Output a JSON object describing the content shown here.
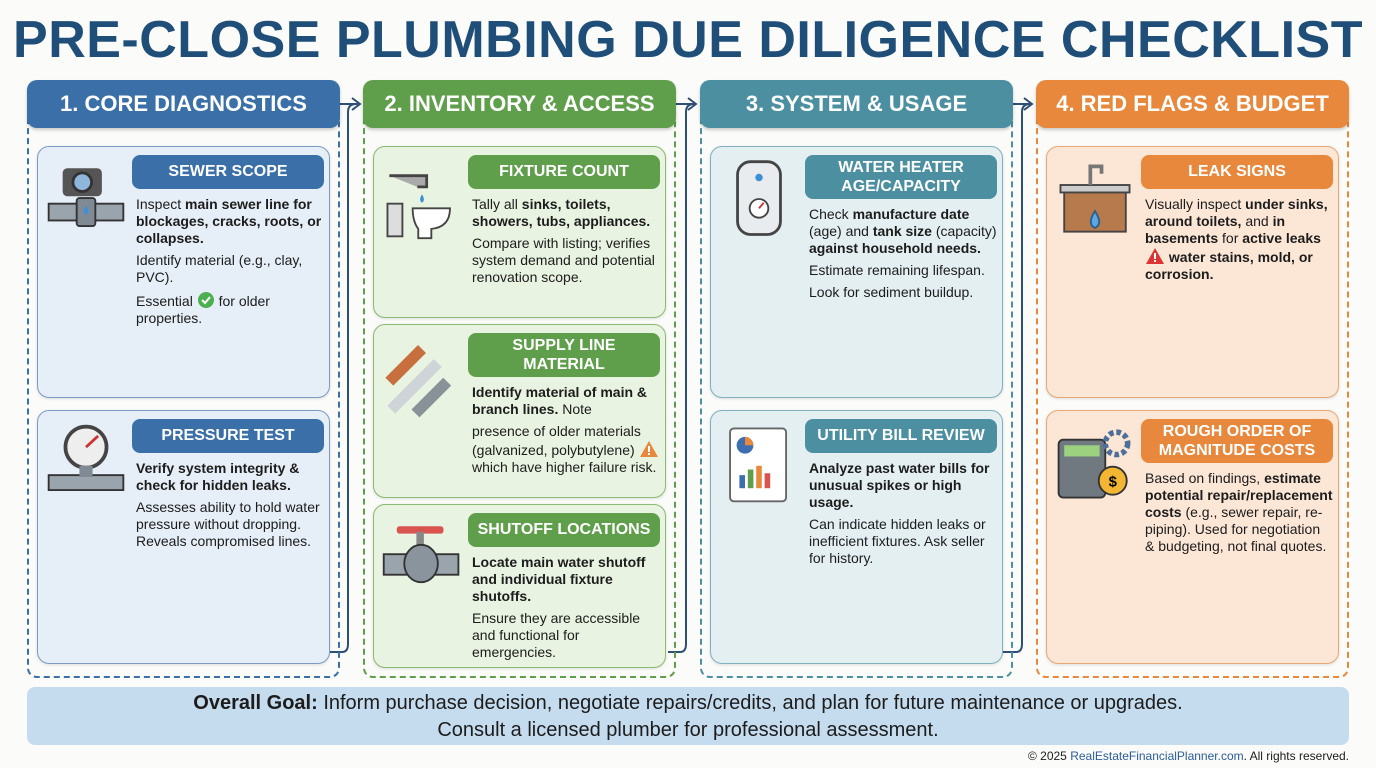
{
  "title": "PRE-CLOSE PLUMBING DUE DILIGENCE CHECKLIST",
  "colors": {
    "blue": "#3a6fa8",
    "green": "#5f9e4a",
    "teal": "#4b8fa1",
    "orange": "#e8883c"
  },
  "columns": [
    {
      "header": "1. CORE DIAGNOSTICS",
      "theme": "blue",
      "cards": [
        {
          "icon": "camera-pipe-icon",
          "title": "SEWER SCOPE",
          "paras": [
            [
              {
                "t": "Inspect "
              },
              {
                "t": "main sewer line for blockages, cracks, roots, or collapses.",
                "b": true
              }
            ],
            [
              {
                "t": "Identify material (e.g., clay, PVC)."
              }
            ],
            [
              {
                "t": "Essential "
              },
              {
                "icon": "check"
              },
              {
                "t": " for older properties."
              }
            ]
          ]
        },
        {
          "icon": "pressure-gauge-icon",
          "title": "PRESSURE TEST",
          "paras": [
            [
              {
                "t": "Verify system integrity & check for hidden leaks.",
                "b": true
              }
            ],
            [
              {
                "t": "Assesses ability to hold water pressure without dropping. Reveals compromised lines."
              }
            ]
          ]
        }
      ]
    },
    {
      "header": "2. INVENTORY & ACCESS",
      "theme": "green",
      "cards": [
        {
          "icon": "faucet-toilet-icon",
          "title": "FIXTURE COUNT",
          "paras": [
            [
              {
                "t": "Tally all "
              },
              {
                "t": "sinks, toilets, showers, tubs, appliances.",
                "b": true
              }
            ],
            [
              {
                "t": "Compare with listing; verifies system demand and potential renovation scope."
              }
            ]
          ]
        },
        {
          "icon": "pipes-icon",
          "title": "SUPPLY LINE MATERIAL",
          "paras": [
            [
              {
                "t": "Identify material of main & branch lines.",
                "b": true
              },
              {
                "t": " Note"
              }
            ],
            [
              {
                "t": "presence of older materials (galvanized, polybutylene) "
              },
              {
                "icon": "warn-orange"
              },
              {
                "t": " which have higher failure risk."
              }
            ]
          ]
        },
        {
          "icon": "valve-icon",
          "title": "SHUTOFF LOCATIONS",
          "paras": [
            [
              {
                "t": "Locate main water shutoff and individual fixture shutoffs.",
                "b": true
              }
            ],
            [
              {
                "t": "Ensure they are accessible and functional for emergencies."
              }
            ]
          ]
        }
      ]
    },
    {
      "header": "3. SYSTEM & USAGE",
      "theme": "teal",
      "cards": [
        {
          "icon": "water-heater-icon",
          "title": "WATER HEATER AGE/CAPACITY",
          "paras": [
            [
              {
                "t": "Check "
              },
              {
                "t": "manufacture date",
                "b": true
              },
              {
                "t": " (age) and "
              },
              {
                "t": "tank size",
                "b": true
              },
              {
                "t": " (capacity) "
              },
              {
                "t": "against household needs.",
                "b": true
              }
            ],
            [
              {
                "t": "Estimate remaining lifespan."
              }
            ],
            [
              {
                "t": "Look for sediment buildup."
              }
            ]
          ]
        },
        {
          "icon": "bill-chart-icon",
          "title": "UTILITY BILL REVIEW",
          "paras": [
            [
              {
                "t": "Analyze past water bills for unusual spikes or high usage.",
                "b": true
              }
            ],
            [
              {
                "t": "Can indicate hidden leaks or inefficient fixtures. Ask seller for history."
              }
            ]
          ]
        }
      ]
    },
    {
      "header": "4. RED FLAGS & BUDGET",
      "theme": "orange",
      "cards": [
        {
          "icon": "leaking-sink-icon",
          "title": "LEAK SIGNS",
          "paras": [
            [
              {
                "t": "Visually inspect "
              },
              {
                "t": "under sinks, around toilets,",
                "b": true
              },
              {
                "t": " and "
              },
              {
                "t": "in basements",
                "b": true
              },
              {
                "t": " for "
              },
              {
                "t": "active leaks",
                "b": true
              },
              {
                "t": " "
              },
              {
                "icon": "warn-red"
              },
              {
                "t": " water stains, mold, or corrosion.",
                "b": true
              }
            ]
          ]
        },
        {
          "icon": "calculator-gear-icon",
          "title": "ROUGH ORDER OF MAGNITUDE COSTS",
          "paras": [
            [
              {
                "t": "Based on findings, "
              },
              {
                "t": "estimate potential repair/replacement costs",
                "b": true
              },
              {
                "t": " (e.g., sewer repair, re-piping). Used for negotiation & budgeting, not final quotes."
              }
            ]
          ]
        }
      ]
    }
  ],
  "goal": {
    "label": "Overall Goal:",
    "line1": " Inform purchase decision, negotiate repairs/credits, and plan for future maintenance or upgrades.",
    "line2": "Consult a licensed plumber for professional assessment."
  },
  "footer": {
    "prefix": "© 2025 ",
    "site": "RealEstateFinancialPlanner.com",
    "suffix": ". All rights reserved."
  }
}
